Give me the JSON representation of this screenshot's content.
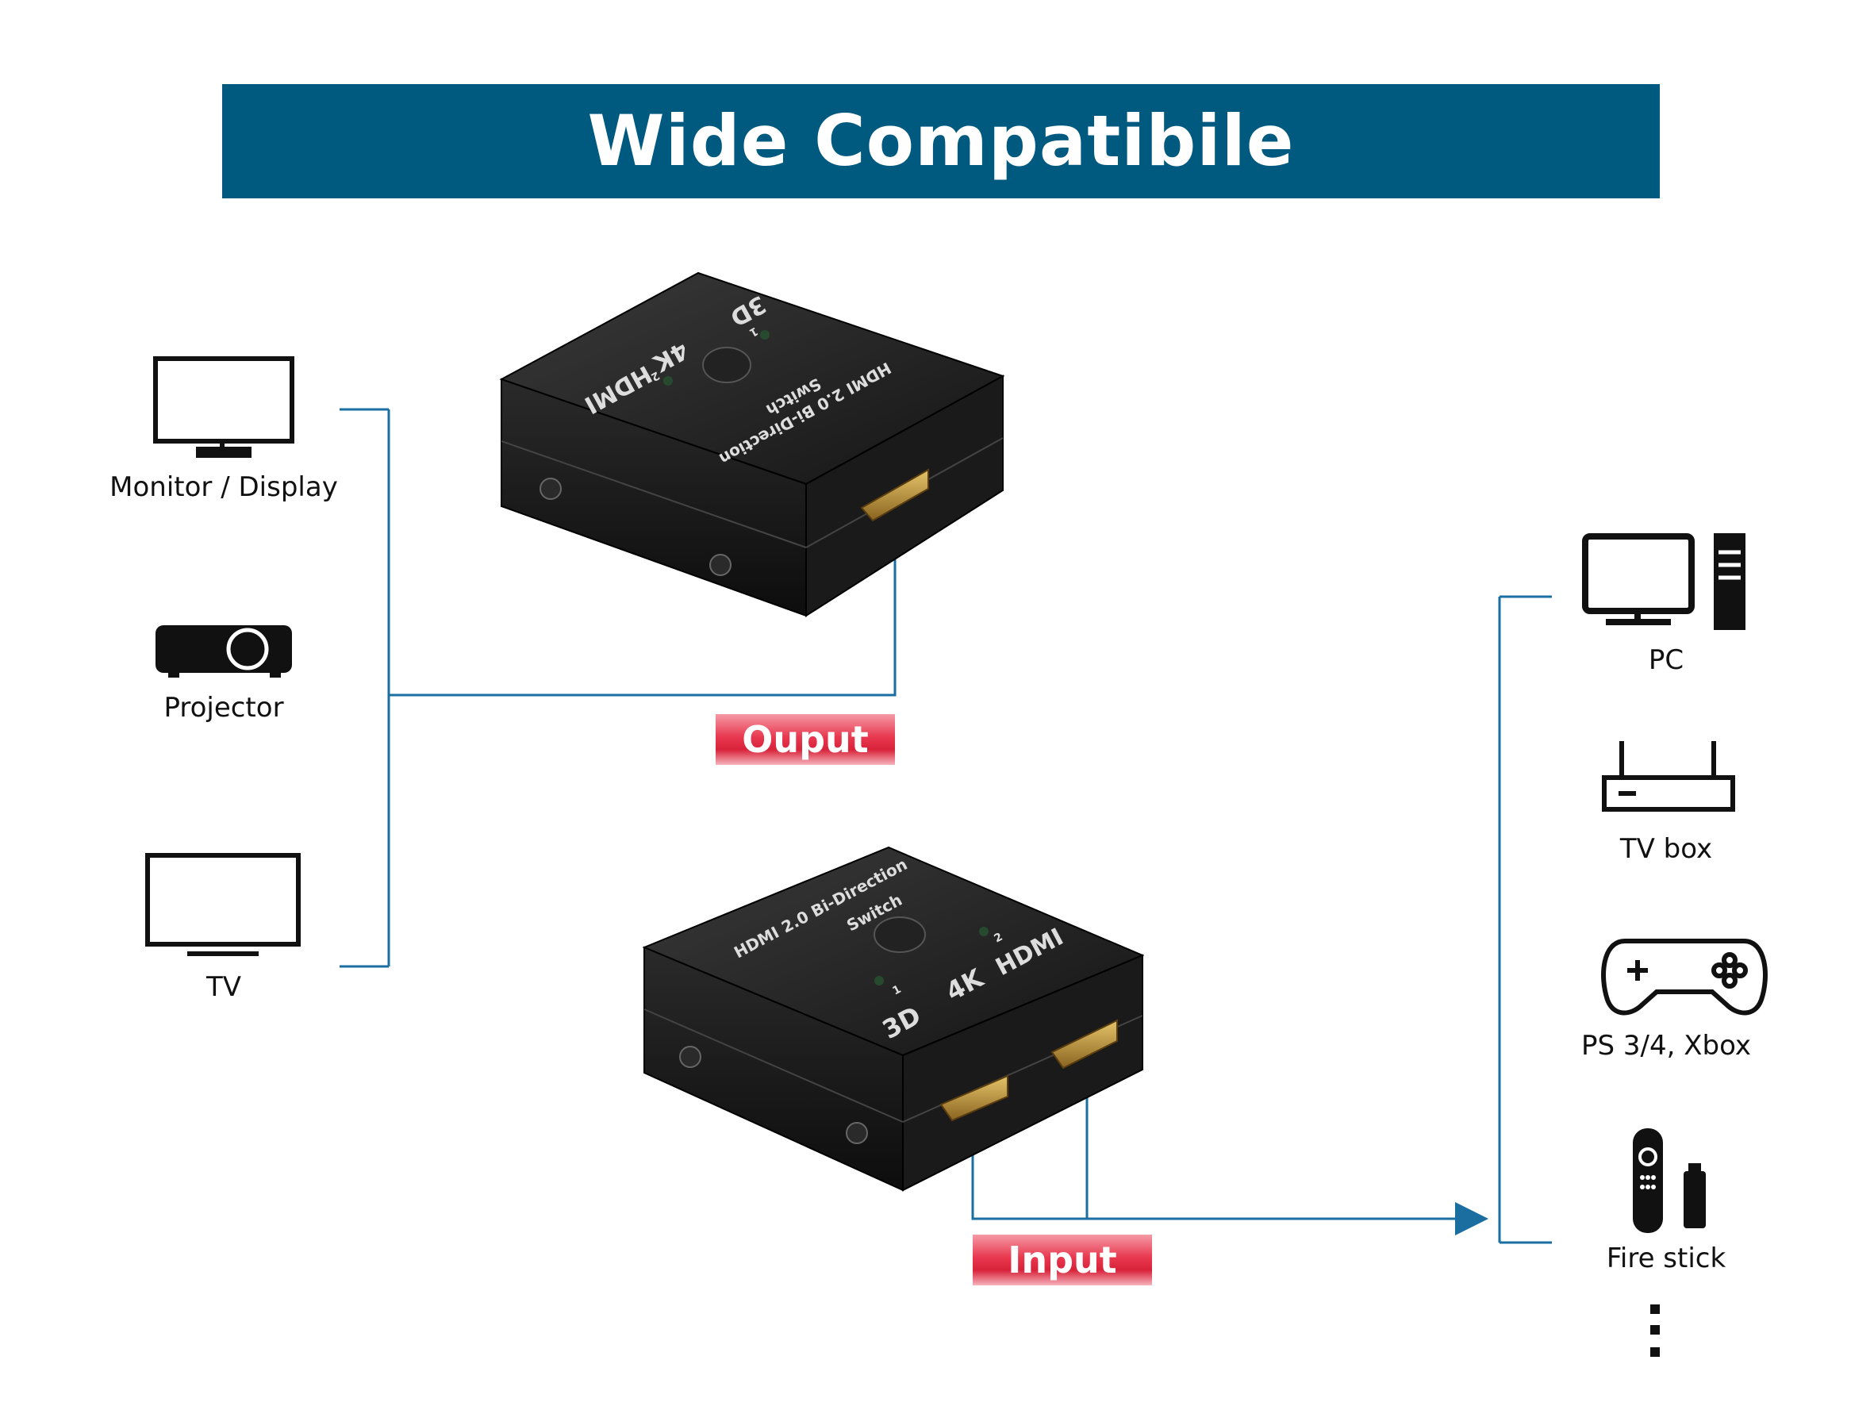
{
  "title": "Wide Compatibile",
  "colors": {
    "banner": "#005a80",
    "line": "#1a6fa0",
    "tag": "#e43a50",
    "device": "#1b1b1b",
    "port": "#c79a3a"
  },
  "output_tag": "Ouput",
  "input_tag": "Input",
  "display_devices": [
    {
      "label": "Monitor / Display",
      "icon": "monitor-icon"
    },
    {
      "label": "Projector",
      "icon": "projector-icon"
    },
    {
      "label": "TV",
      "icon": "tv-icon"
    }
  ],
  "source_devices": [
    {
      "label": "PC",
      "icon": "pc-icon"
    },
    {
      "label": "TV box",
      "icon": "tv-box-icon"
    },
    {
      "label": "PS 3/4, Xbox",
      "icon": "gamepad-icon"
    },
    {
      "label": "Fire stick",
      "icon": "fire-stick-icon"
    }
  ],
  "switch_top": {
    "model": "HDMI 2.0 Bi-Direction",
    "model_line2": "Switch",
    "badge_4k": "4K",
    "badge_3d": "3D",
    "brand": "HDMI",
    "port_1": "1",
    "port_2": "2"
  },
  "switch_bottom": {
    "model": "HDMI 2.0 Bi-Direction",
    "model_line2": "Switch",
    "badge_4k": "4K",
    "badge_3d": "3D",
    "brand": "HDMI",
    "port_1": "1",
    "port_2": "2"
  }
}
